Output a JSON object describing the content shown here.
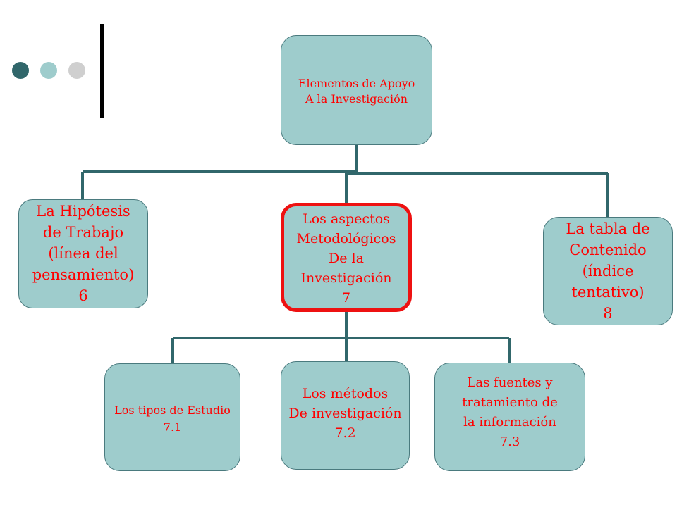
{
  "colors": {
    "box_fill": "#9ecccc",
    "text": "#ff0000",
    "connector": "#31676b",
    "highlight_border": "#ee1111",
    "dot1": "#31676b",
    "dot2": "#9ecccc",
    "dot3": "#cfcfcf"
  },
  "nodes": {
    "root": "Elementos de Apoyo\nA la Investigación",
    "hypothesis": "La Hipótesis\nde Trabajo\n(línea del\npensamiento)\n6",
    "aspects": "Los aspectos\nMetodológicos\nDe la\nInvestigación\n7",
    "table": "La tabla de\nContenido\n(índice\ntentativo)\n8",
    "study_types": "Los tipos de Estudio\n7.1",
    "methods": "Los métodos\nDe investigación\n7.2",
    "sources": "Las fuentes y\ntratamiento de\nla información\n7.3"
  }
}
